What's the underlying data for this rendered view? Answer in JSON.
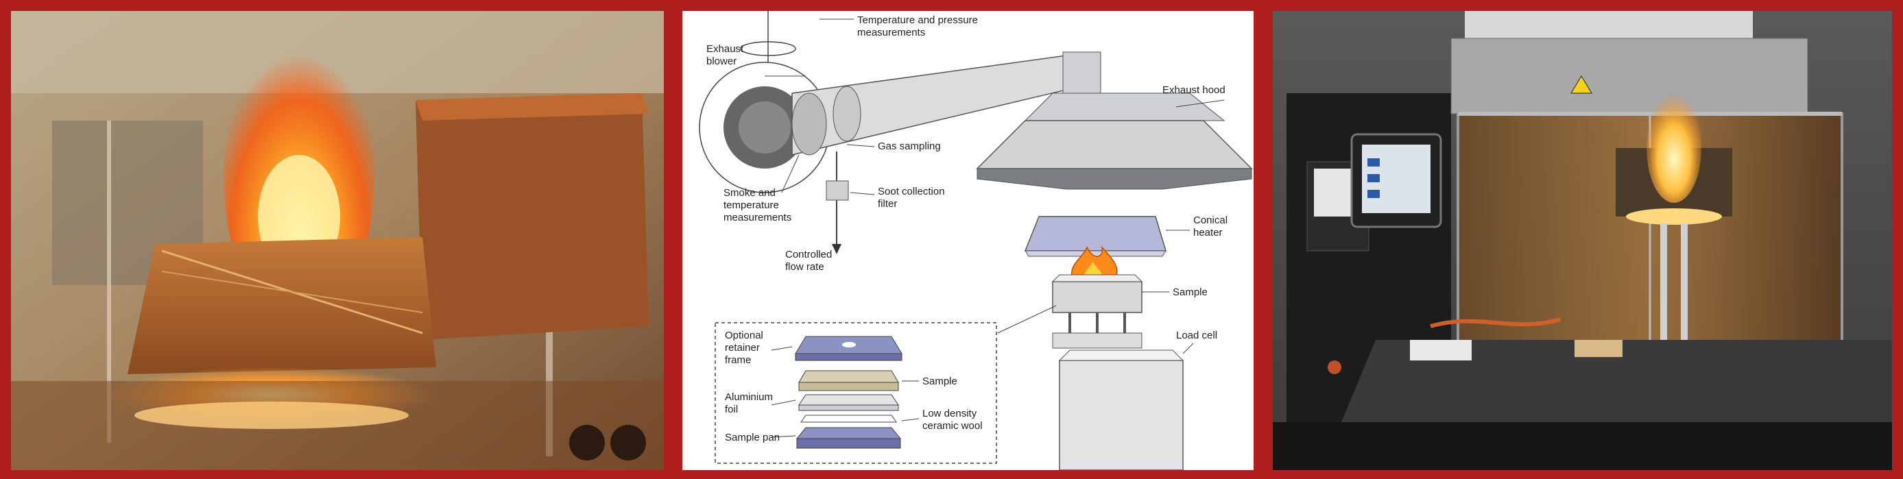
{
  "colors": {
    "frame": "#b01f1f",
    "flame": "#ff8a1a",
    "hood": "#cfd0d3",
    "heater": "#b5b8d8",
    "sample_block": "#d8d8d8",
    "retainer": "#8d92c5",
    "sample_layer": "#d9cfb2",
    "pan": "#8d92c5"
  },
  "diagram": {
    "labels": {
      "temp_pressure": [
        "Temperature and pressure",
        "measurements"
      ],
      "exhaust_blower": [
        "Exhaust",
        "blower"
      ],
      "gas_sampling": "Gas sampling",
      "smoke_temp": [
        "Smoke and",
        "temperature",
        "measurements"
      ],
      "soot_filter": [
        "Soot collection",
        "filter"
      ],
      "controlled_flow": [
        "Controlled",
        "flow rate"
      ],
      "exhaust_hood": "Exhaust hood",
      "conical_heater": [
        "Conical",
        "heater"
      ],
      "sample": "Sample",
      "load_cell": "Load cell",
      "retainer_frame": [
        "Optional",
        "retainer",
        "frame"
      ],
      "inset_sample": "Sample",
      "aluminium_foil": [
        "Aluminium",
        "foil"
      ],
      "ceramic_wool": [
        "Low density",
        "ceramic wool"
      ],
      "sample_pan": "Sample pan"
    }
  }
}
